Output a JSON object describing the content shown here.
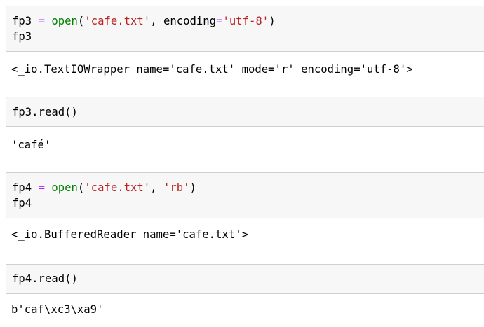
{
  "notebook": {
    "cells": [
      {
        "input_lines": [
          [
            {
              "t": "plain",
              "s": "fp3 "
            },
            {
              "t": "op",
              "s": "="
            },
            {
              "t": "plain",
              "s": " "
            },
            {
              "t": "builtin",
              "s": "open"
            },
            {
              "t": "plain",
              "s": "("
            },
            {
              "t": "str",
              "s": "'cafe.txt'"
            },
            {
              "t": "plain",
              "s": ", encoding"
            },
            {
              "t": "op",
              "s": "="
            },
            {
              "t": "str",
              "s": "'utf-8'"
            },
            {
              "t": "plain",
              "s": ")"
            }
          ],
          [
            {
              "t": "plain",
              "s": "fp3"
            }
          ]
        ],
        "output": "<_io.TextIOWrapper name='cafe.txt' mode='r' encoding='utf-8'>"
      },
      {
        "input_lines": [
          [
            {
              "t": "plain",
              "s": "fp3.read()"
            }
          ]
        ],
        "output": "'café'"
      },
      {
        "input_lines": [
          [
            {
              "t": "plain",
              "s": "fp4 "
            },
            {
              "t": "op",
              "s": "="
            },
            {
              "t": "plain",
              "s": " "
            },
            {
              "t": "builtin",
              "s": "open"
            },
            {
              "t": "plain",
              "s": "("
            },
            {
              "t": "str",
              "s": "'cafe.txt'"
            },
            {
              "t": "plain",
              "s": ", "
            },
            {
              "t": "str",
              "s": "'rb'"
            },
            {
              "t": "plain",
              "s": ")"
            }
          ],
          [
            {
              "t": "plain",
              "s": "fp4"
            }
          ]
        ],
        "output": "<_io.BufferedReader name='cafe.txt'>"
      },
      {
        "input_lines": [
          [
            {
              "t": "plain",
              "s": "fp4.read()"
            }
          ]
        ],
        "output": "b'caf\\xc3\\xa9'"
      }
    ]
  },
  "colors": {
    "input_background": "#f7f7f7",
    "input_border": "#cfcfcf",
    "operator": "#aa22ff",
    "builtin": "#008000",
    "string": "#ba2121",
    "text": "#000000"
  }
}
